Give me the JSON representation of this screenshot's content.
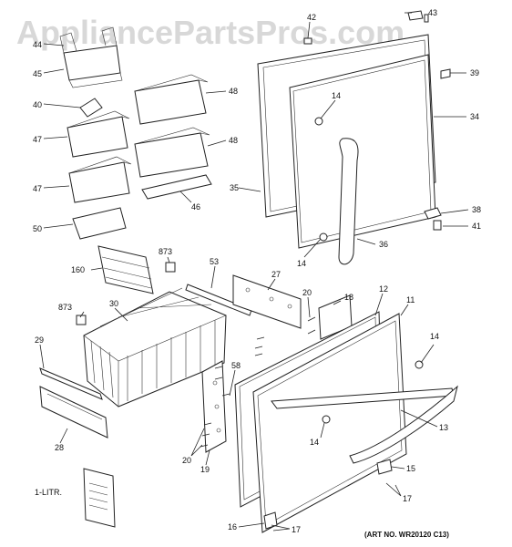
{
  "watermark": "AppliancePartsPros.com",
  "art_number": "(ART NO. WR20120 C13)",
  "labels": {
    "p43": "43",
    "p42": "42",
    "p44": "44",
    "p45": "45",
    "p40": "40",
    "p47a": "47",
    "p47b": "47",
    "p48a": "48",
    "p48b": "48",
    "p46": "46",
    "p50": "50",
    "p39": "39",
    "p34": "34",
    "p35": "35",
    "p14a": "14",
    "p14b": "14",
    "p14c": "14",
    "p14d": "14",
    "p36": "36",
    "p38": "38",
    "p41": "41",
    "p873a": "873",
    "p873b": "873",
    "p160": "160",
    "p53": "53",
    "p27": "27",
    "p20a": "20",
    "p20b": "20",
    "p18": "18",
    "p12": "12",
    "p11": "11",
    "p30": "30",
    "p29": "29",
    "p58": "58",
    "p13": "13",
    "p28": "28",
    "p19": "19",
    "p15": "15",
    "p17a": "17",
    "p17b": "17",
    "p16": "16",
    "pLitr": "1-LITR."
  }
}
